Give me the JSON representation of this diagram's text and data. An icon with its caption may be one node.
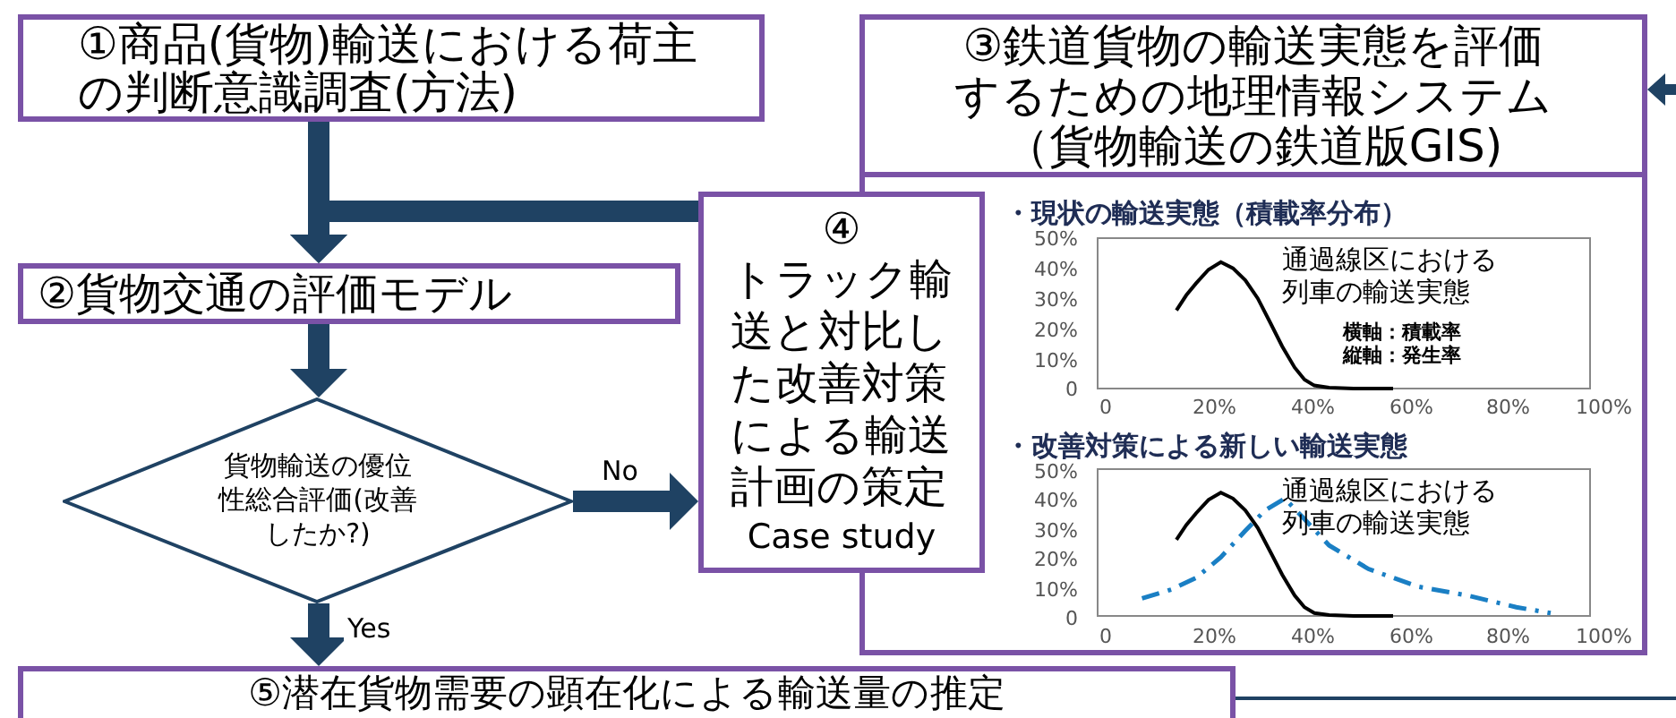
{
  "diagram": {
    "nodes": [
      {
        "text": [
          "①商品(貨物)輸送における荷主の判断意識調査(方法)"
        ]
      },
      {
        "text": [
          "③鉄道貨物の輸送実態を評価するための地理情報システム（貨物輸送の鉄道版GIS)",
          "・現状の輸送実態（積載率分布）",
          "・改善対策による新しい輸送実態"
        ]
      },
      {
        "text": [
          "②貨物交通の評価モデル"
        ]
      },
      {
        "text": [
          "④",
          "トラック輸送と対比した改善対策による輸送計画の策定",
          "Case study"
        ]
      },
      {
        "text": [
          "貨物輸送の優位性総合評価(改善したか?)"
        ]
      },
      {
        "text": [
          "⑤潜在貨物需要の顕在化による輸送量の推定"
        ]
      }
    ],
    "edges": [
      {
        "from": 0,
        "to": 2,
        "arrow": "to"
      },
      {
        "from": 3,
        "to": 2,
        "arrow": "to"
      },
      {
        "from": 2,
        "to": 4,
        "arrow": "to"
      },
      {
        "from": 4,
        "to": 3,
        "arrow": "to",
        "label": "No"
      },
      {
        "from": 4,
        "to": 5,
        "arrow": "to",
        "label": "Yes"
      },
      {
        "from": null,
        "to": 1,
        "arrow": "to"
      },
      {
        "from": 5,
        "to": null,
        "arrow": "none"
      }
    ],
    "labels": [
      "通過線区における列車の輸送実態",
      "横軸：積載率",
      "縦軸：発生率",
      "50%",
      "40%",
      "30%",
      "20%",
      "10%",
      "0",
      "0",
      "20%",
      "40%",
      "60%",
      "80%",
      "100%",
      "通過線区における列車の輸送実態",
      "50%",
      "40%",
      "30%",
      "20%",
      "10%",
      "0",
      "0",
      "20%",
      "40%",
      "60%",
      "80%",
      "100%"
    ]
  }
}
